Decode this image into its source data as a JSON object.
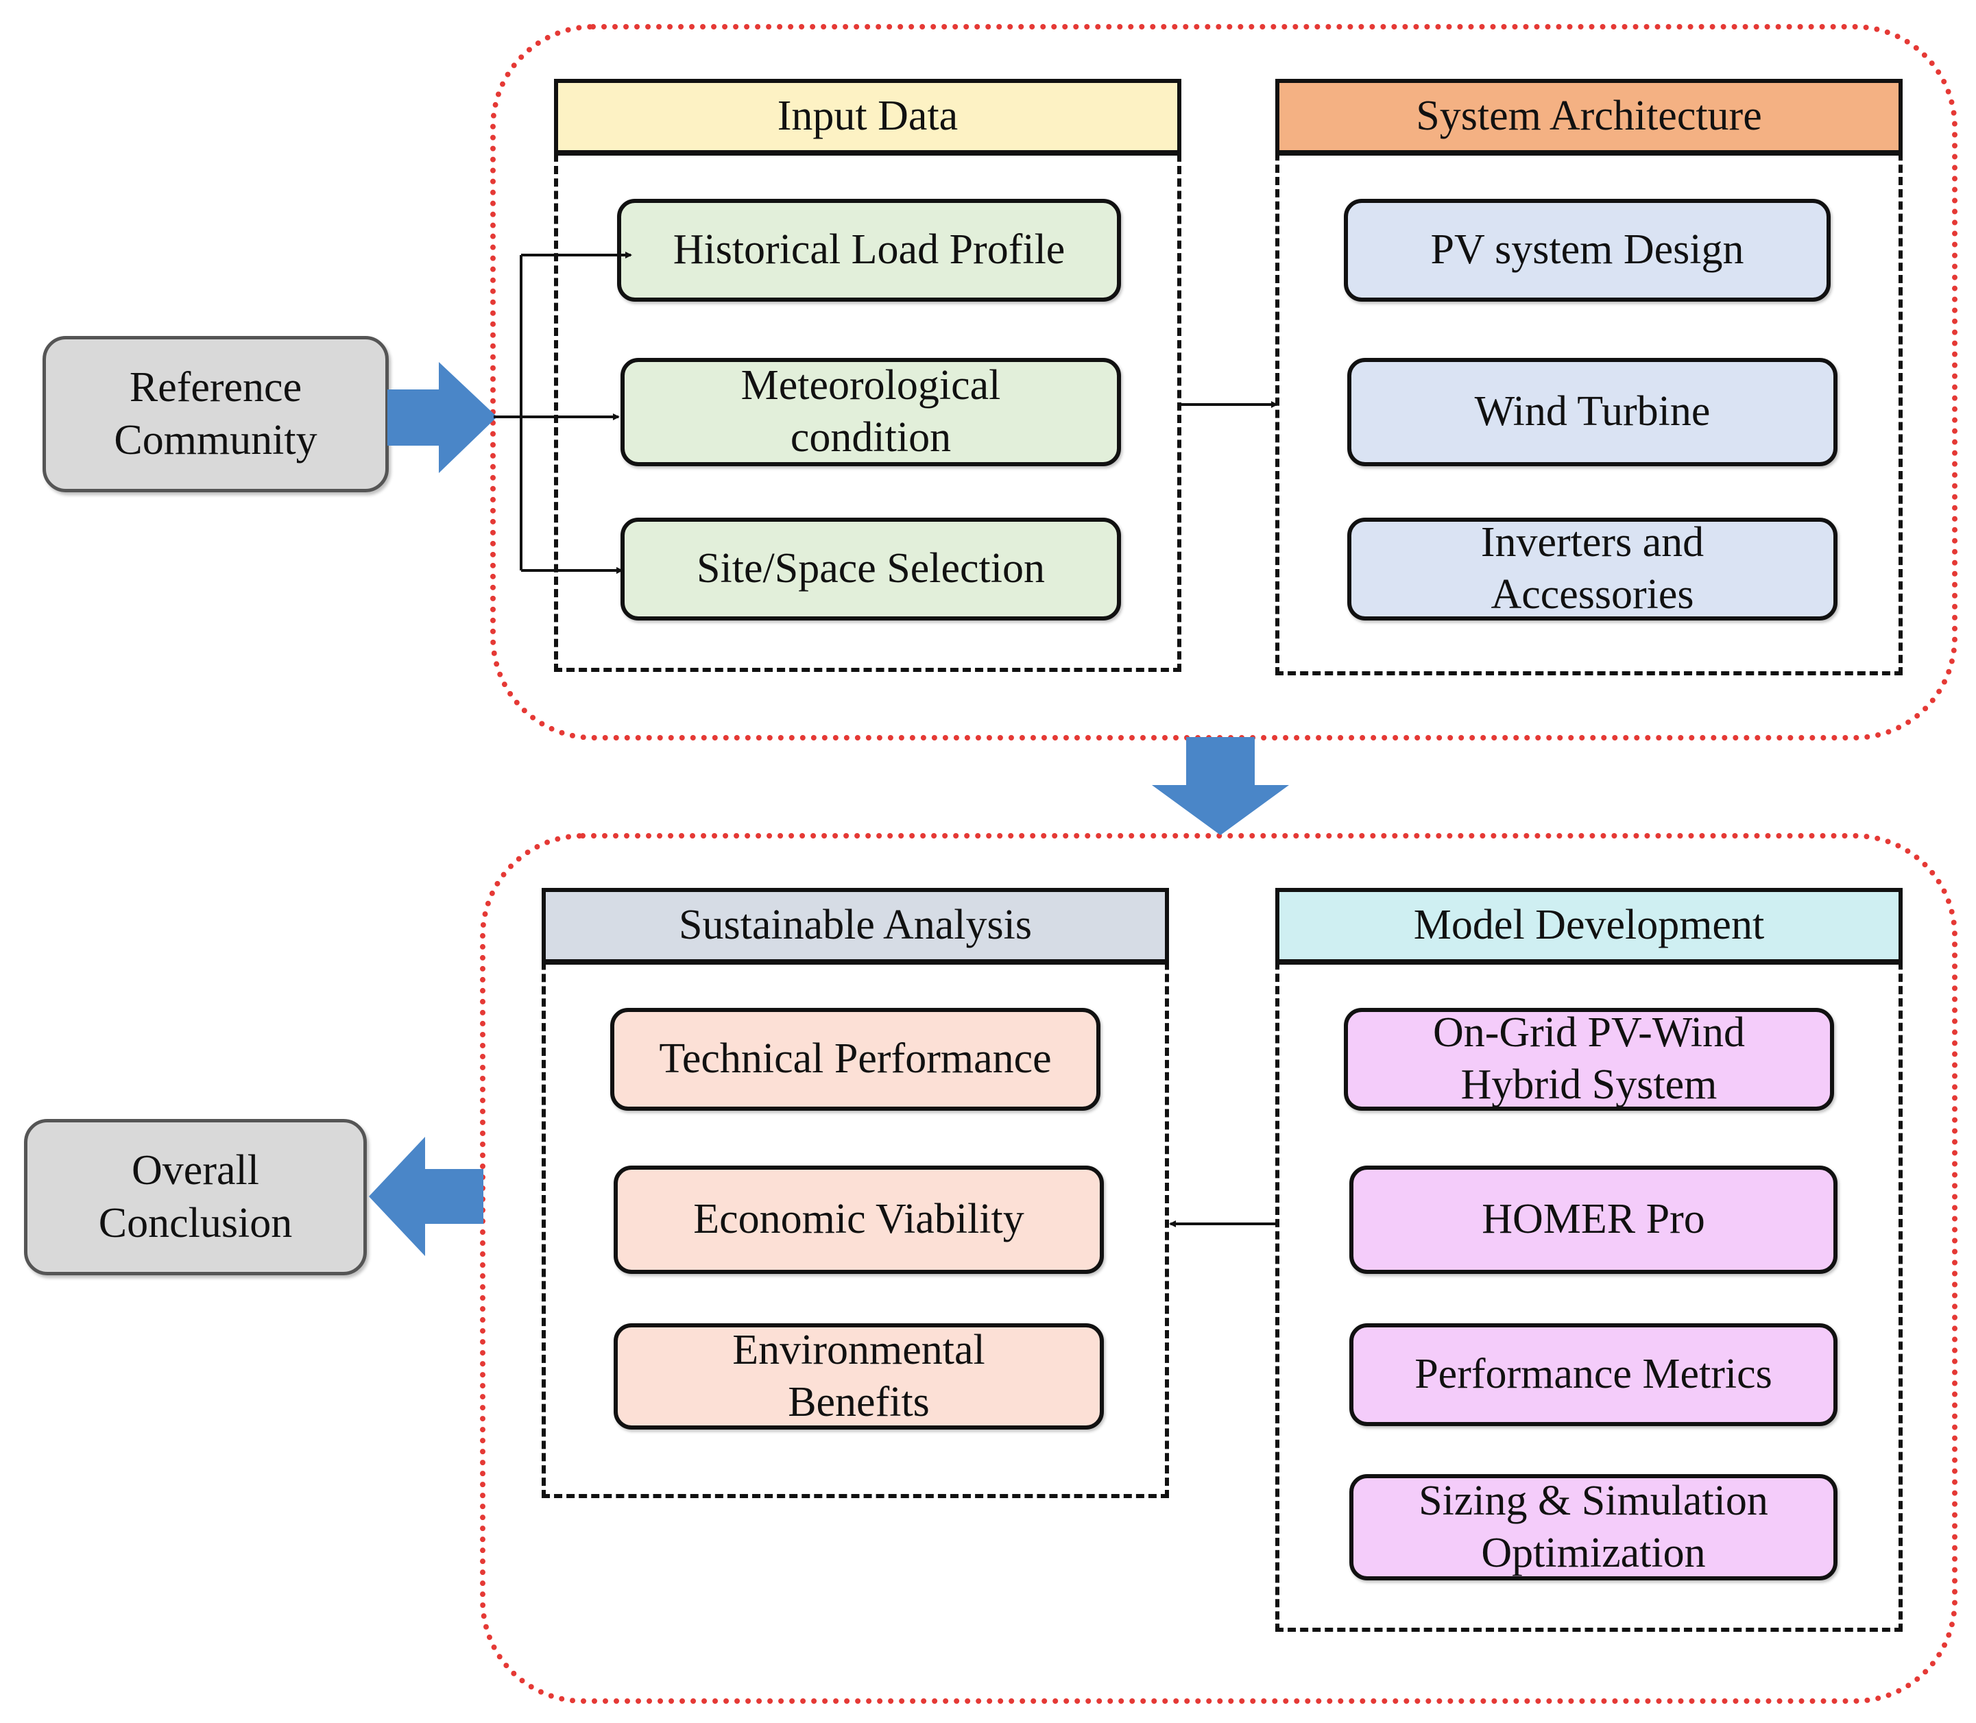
{
  "colors": {
    "phase_border": "#e53935",
    "block_arrow": "#4a86c8",
    "input_header": "#fdf2c4",
    "architecture_header": "#f4b183",
    "sustainable_header": "#d6dce5",
    "model_header": "#cfeff2",
    "input_items": "#e2efda",
    "architecture_items": "#dae3f3",
    "sustainable_items": "#fce0d6",
    "model_items": "#f4ccfa",
    "terminal": "#d9d9d9"
  },
  "reference": {
    "label": "Reference\nCommunity"
  },
  "conclusion": {
    "label": "Overall\nConclusion"
  },
  "input_data": {
    "title": "Input Data",
    "items": [
      "Historical Load Profile",
      "Meteorological\ncondition",
      "Site/Space Selection"
    ]
  },
  "system_architecture": {
    "title": "System Architecture",
    "items": [
      "PV system Design",
      "Wind Turbine",
      "Inverters and\nAccessories"
    ]
  },
  "sustainable_analysis": {
    "title": "Sustainable Analysis",
    "items": [
      "Technical Performance",
      "Economic Viability",
      "Environmental\nBenefits"
    ]
  },
  "model_development": {
    "title": "Model Development",
    "items": [
      "On-Grid PV-Wind\nHybrid System",
      "HOMER Pro",
      "Performance Metrics",
      "Sizing & Simulation\nOptimization"
    ]
  }
}
